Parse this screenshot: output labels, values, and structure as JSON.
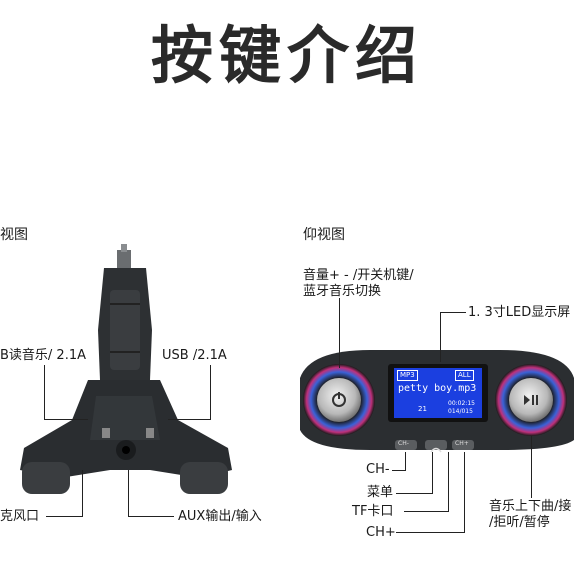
{
  "title": "按键介绍",
  "left_view": {
    "heading": "视图",
    "labels": {
      "usb_music": "B读音乐/ 2.1A",
      "usb_right": "USB /2.1A",
      "mic": "克风口",
      "aux": "AUX输出/输入"
    }
  },
  "bottom_view": {
    "heading": "仰视图",
    "labels": {
      "volume_line1": "音量+ - /开关机键/",
      "volume_line2": "蓝牙音乐切换",
      "screen": "1. 3寸LED显示屏",
      "ch_minus": "CH-",
      "menu": "菜单",
      "tf": "TF卡口",
      "ch_plus": "CH+",
      "track_line1": "音乐上下曲/接",
      "track_line2": "/拒听/暂停"
    },
    "display": {
      "mp3_tag": "MP3",
      "all_tag": "ALL",
      "filename": "petty boy.mp3",
      "track_no": "21",
      "time": "00:02:15",
      "counter": "014/015"
    },
    "buttons": {
      "ch_minus_btn": "CH-",
      "ch_plus_btn": "CH+"
    }
  },
  "colors": {
    "device_body": "#2b2e31",
    "ring_glow": "#c0307a",
    "ring_blue": "#3a62d8",
    "screen_bg": "#1b3fe0"
  }
}
